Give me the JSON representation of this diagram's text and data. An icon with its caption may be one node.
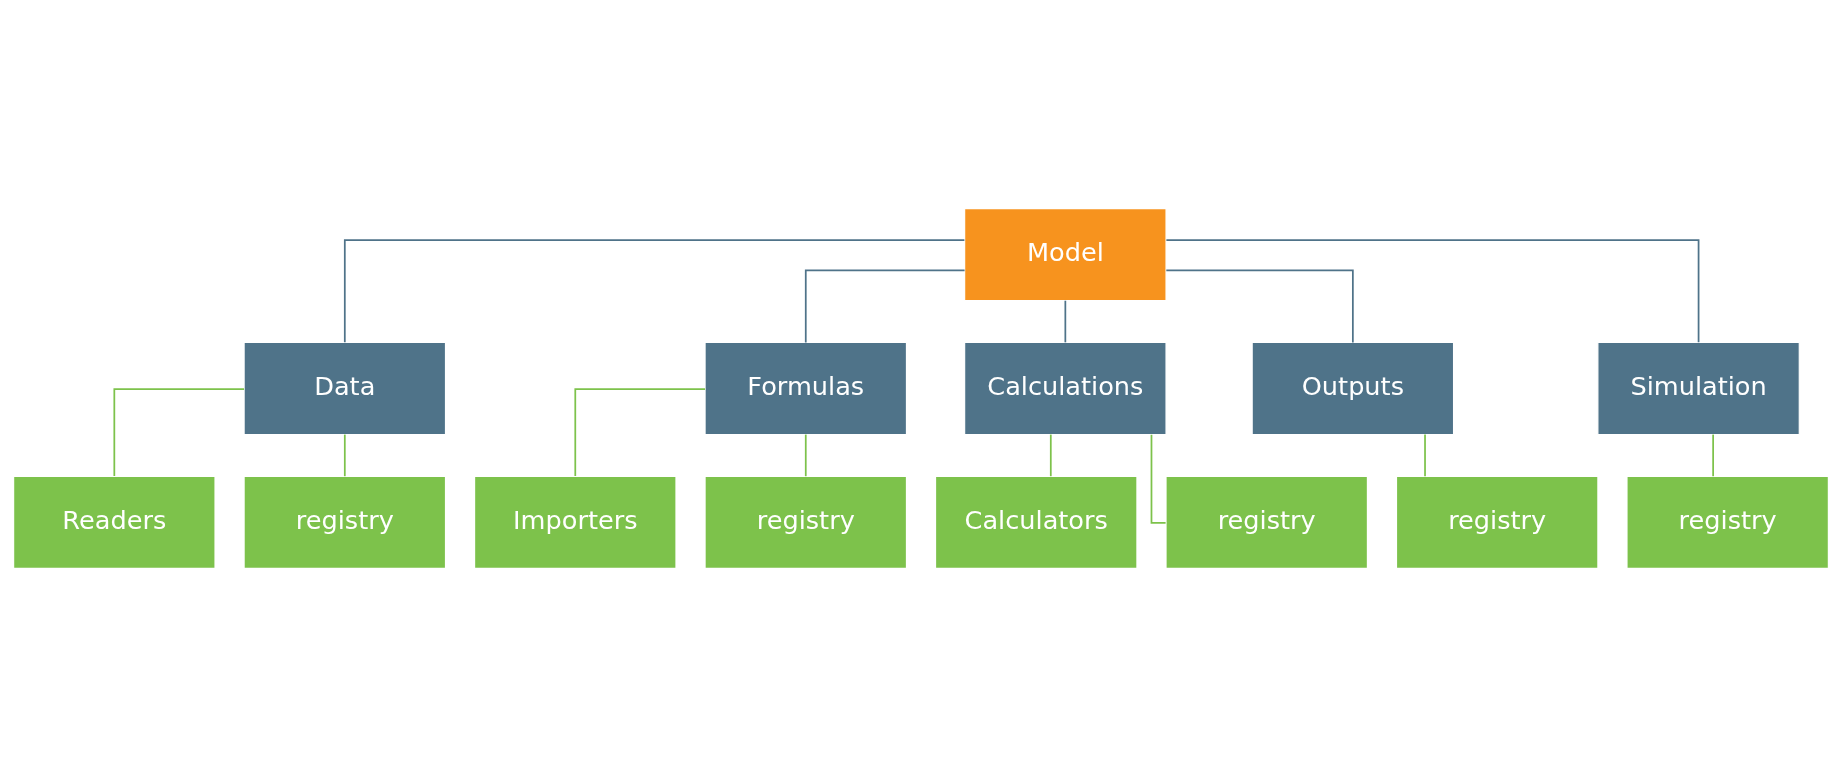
{
  "diagram": {
    "nodes": [
      {
        "text": [
          "Model"
        ]
      },
      {
        "text": [
          "Data"
        ]
      },
      {
        "text": [
          "Formulas"
        ]
      },
      {
        "text": [
          "Calculations"
        ]
      },
      {
        "text": [
          "Outputs"
        ]
      },
      {
        "text": [
          "Simulation"
        ]
      },
      {
        "text": [
          "Readers"
        ]
      },
      {
        "text": [
          "registry"
        ]
      },
      {
        "text": [
          "Importers"
        ]
      },
      {
        "text": [
          "registry"
        ]
      },
      {
        "text": [
          "Calculators"
        ]
      },
      {
        "text": [
          "registry"
        ]
      },
      {
        "text": [
          "registry"
        ]
      },
      {
        "text": [
          "registry"
        ]
      }
    ],
    "edges": [
      {
        "from": 0,
        "to": 1,
        "arrow": "none",
        "color": "#4f7389"
      },
      {
        "from": 0,
        "to": 2,
        "arrow": "none",
        "color": "#4f7389"
      },
      {
        "from": 0,
        "to": 3,
        "arrow": "none",
        "color": "#4f7389"
      },
      {
        "from": 0,
        "to": 4,
        "arrow": "none",
        "color": "#4f7389"
      },
      {
        "from": 0,
        "to": 5,
        "arrow": "none",
        "color": "#4f7389"
      },
      {
        "from": 1,
        "to": 6,
        "arrow": "none"
      },
      {
        "from": 1,
        "to": 7,
        "arrow": "none"
      },
      {
        "from": 2,
        "to": 8,
        "arrow": "none"
      },
      {
        "from": 2,
        "to": 9,
        "arrow": "none"
      },
      {
        "from": 3,
        "to": 10,
        "arrow": "none"
      },
      {
        "from": 3,
        "to": 11,
        "arrow": "none"
      },
      {
        "from": 4,
        "to": 12,
        "arrow": "none"
      },
      {
        "from": 5,
        "to": 13,
        "arrow": "none"
      }
    ]
  }
}
